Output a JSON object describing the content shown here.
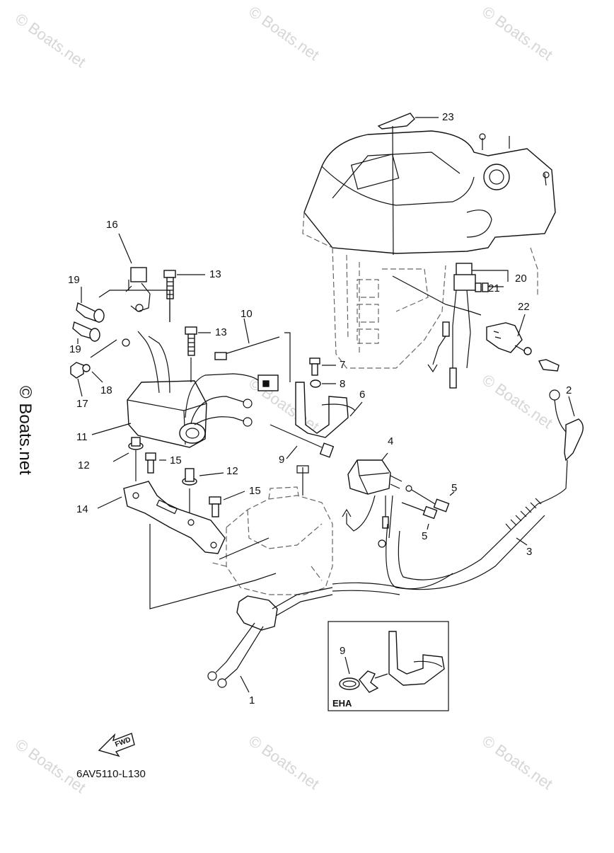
{
  "watermark": "© Boats.net",
  "diagram_code": "6AV5110-L130",
  "fwd_label": "FWD",
  "inset": {
    "label": "EHA",
    "callout": "9"
  },
  "callouts": {
    "c1": "1",
    "c2": "2",
    "c3": "3",
    "c4": "4",
    "c5a": "5",
    "c5b": "5",
    "c6": "6",
    "c7": "7",
    "c8": "8",
    "c9": "9",
    "c10": "10",
    "c11": "11",
    "c12a": "12",
    "c12b": "12",
    "c13a": "13",
    "c13b": "13",
    "c14": "14",
    "c15a": "15",
    "c15b": "15",
    "c16": "16",
    "c17": "17",
    "c18": "18",
    "c19a": "19",
    "c19b": "19",
    "c20": "20",
    "c21": "21",
    "c22": "22",
    "c23": "23"
  }
}
